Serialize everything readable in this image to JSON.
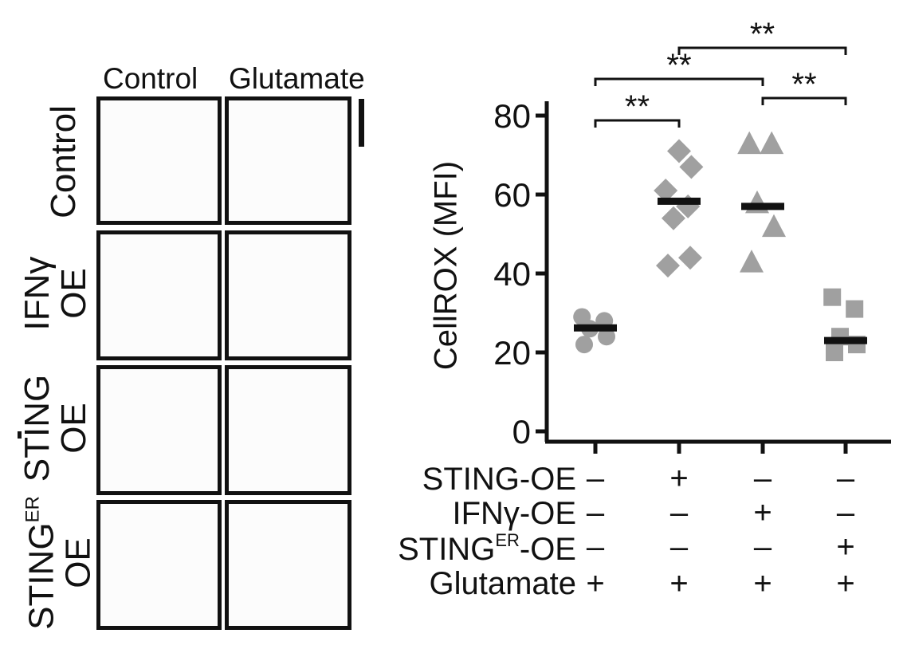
{
  "image_panel": {
    "column_headers": [
      "Control",
      "Glutamate"
    ],
    "row_labels": [
      {
        "main": "Control",
        "sup": "",
        "second": ""
      },
      {
        "main": "IFNγ",
        "sup": "",
        "second": "OE"
      },
      {
        "main": "STING",
        "sup": "",
        "second": "OE"
      },
      {
        "main": "STING",
        "sup": "ER",
        "second": "OE"
      }
    ]
  },
  "chart_data": {
    "type": "scatter",
    "ylabel": "CellROX (MFI)",
    "ylim": [
      0,
      80
    ],
    "yticks": [
      0,
      20,
      40,
      60,
      80
    ],
    "groups": [
      {
        "index": 0,
        "marker": "circle",
        "color": "#a0a0a0",
        "points": [
          22,
          24,
          26,
          28,
          29
        ],
        "mean": 26.2
      },
      {
        "index": 1,
        "marker": "diamond",
        "color": "#a0a0a0",
        "points": [
          42,
          44,
          54,
          57,
          61,
          67,
          71
        ],
        "mean": 58.3
      },
      {
        "index": 2,
        "marker": "triangle",
        "color": "#a0a0a0",
        "points": [
          43,
          52,
          58,
          73,
          73
        ],
        "mean": 57
      },
      {
        "index": 3,
        "marker": "square",
        "color": "#a0a0a0",
        "points": [
          20,
          22,
          24,
          31,
          34
        ],
        "mean": 23
      }
    ],
    "conditions": [
      {
        "label": "STING-OE",
        "sup": "",
        "suffix": "",
        "values": [
          "–",
          "+",
          "–",
          "–"
        ]
      },
      {
        "label": "IFNγ-OE",
        "sup": "",
        "suffix": "",
        "values": [
          "–",
          "–",
          "+",
          "–"
        ]
      },
      {
        "label": "STING",
        "sup": "ER",
        "suffix": "-OE",
        "values": [
          "–",
          "–",
          "–",
          "+"
        ]
      },
      {
        "label": "Glutamate",
        "sup": "",
        "suffix": "",
        "values": [
          "+",
          "+",
          "+",
          "+"
        ]
      }
    ],
    "significance": [
      {
        "from": 0,
        "to": 1,
        "label": "**"
      },
      {
        "from": 0,
        "to": 2,
        "label": "**"
      },
      {
        "from": 1,
        "to": 3,
        "label": "**"
      },
      {
        "from": 2,
        "to": 3,
        "label": "**"
      }
    ]
  }
}
